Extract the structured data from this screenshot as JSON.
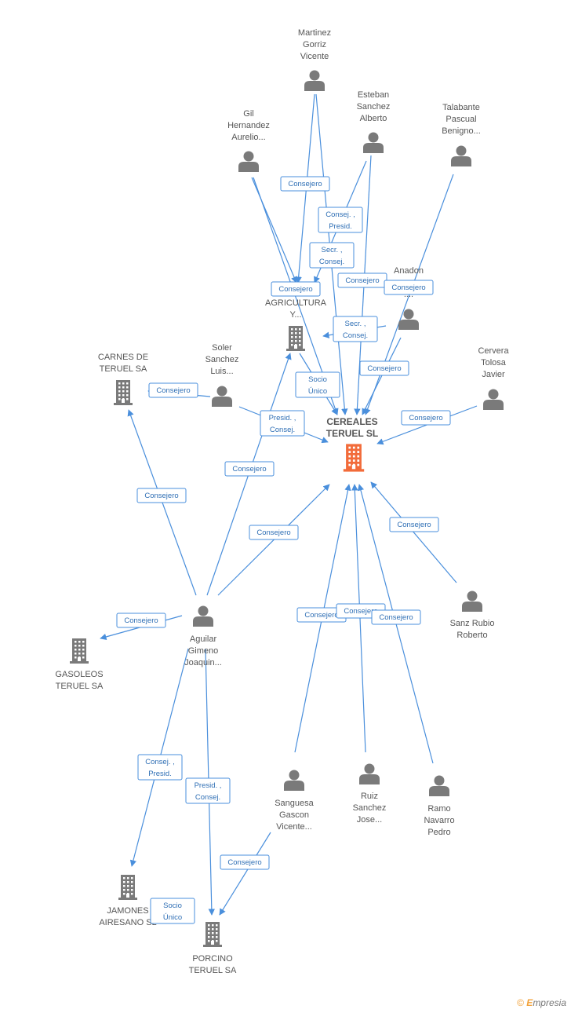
{
  "colors": {
    "edge": "#4a8fdc",
    "person": "#7a7a7a",
    "company": "#7a7a7a",
    "center": "#f26b3a"
  },
  "center": {
    "label": [
      "CEREALES",
      "TERUEL SL"
    ]
  },
  "people": [
    {
      "id": "martinez",
      "label": [
        "Martinez",
        "Gorriz",
        "Vicente"
      ]
    },
    {
      "id": "esteban",
      "label": [
        "Esteban",
        "Sanchez",
        "Alberto"
      ]
    },
    {
      "id": "gil",
      "label": [
        "Gil",
        "Hernandez",
        "Aurelio..."
      ]
    },
    {
      "id": "talabante",
      "label": [
        "Talabante",
        "Pascual",
        "Benigno..."
      ]
    },
    {
      "id": "anadon",
      "label": [
        "Anadon",
        "...",
        "...."
      ]
    },
    {
      "id": "soler",
      "label": [
        "Soler",
        "Sanchez",
        "Luis..."
      ]
    },
    {
      "id": "cervera",
      "label": [
        "Cervera",
        "Tolosa",
        "Javier"
      ]
    },
    {
      "id": "sanz",
      "label": [
        "Sanz Rubio",
        "Roberto"
      ]
    },
    {
      "id": "aguilar",
      "label": [
        "Aguilar",
        "Gimeno",
        "Joaquin..."
      ]
    },
    {
      "id": "sanguesa",
      "label": [
        "Sanguesa",
        "Gascon",
        "Vicente..."
      ]
    },
    {
      "id": "ruiz",
      "label": [
        "Ruiz",
        "Sanchez",
        "Jose..."
      ]
    },
    {
      "id": "ramo",
      "label": [
        "Ramo",
        "Navarro",
        "Pedro"
      ]
    }
  ],
  "companies": [
    {
      "id": "agricultura",
      "label": [
        "AGRICULTURA",
        "Y..."
      ]
    },
    {
      "id": "carnes",
      "label": [
        "CARNES DE",
        "TERUEL SA"
      ]
    },
    {
      "id": "gasoleos",
      "label": [
        "GASOLEOS",
        "TERUEL SA"
      ]
    },
    {
      "id": "jamones",
      "label": [
        "JAMONES",
        "AIRESANO SL"
      ]
    },
    {
      "id": "porcino",
      "label": [
        "PORCINO",
        "TERUEL SA"
      ]
    }
  ],
  "edges": [
    {
      "from": "martinez",
      "to": "agricultura",
      "label": [
        "Consejero"
      ]
    },
    {
      "from": "martinez",
      "to": "center",
      "label": []
    },
    {
      "from": "esteban",
      "to": "agricultura",
      "label": [
        "Consej. ,",
        "Presid."
      ]
    },
    {
      "from": "esteban",
      "to": "center",
      "label": [
        "Consejero"
      ]
    },
    {
      "from": "gil",
      "to": "agricultura",
      "label": [
        "Consejero"
      ]
    },
    {
      "from": "gil",
      "to": "center",
      "label": [
        "Secr. ,",
        "Consej."
      ]
    },
    {
      "from": "talabante",
      "to": "center",
      "label": [
        "Consejero"
      ]
    },
    {
      "from": "anadon",
      "to": "agricultura",
      "label": [
        "Secr. ,",
        "Consej."
      ]
    },
    {
      "from": "anadon",
      "to": "center",
      "label": [
        "Consejero"
      ]
    },
    {
      "from": "agricultura",
      "to": "center",
      "label": [
        "Socio",
        "Único"
      ]
    },
    {
      "from": "soler",
      "to": "carnes",
      "label": [
        "Consejero"
      ]
    },
    {
      "from": "soler",
      "to": "center",
      "label": [
        "Presid. ,",
        "Consej."
      ]
    },
    {
      "from": "cervera",
      "to": "center",
      "label": [
        "Consejero"
      ]
    },
    {
      "from": "sanz",
      "to": "center",
      "label": [
        "Consejero"
      ]
    },
    {
      "from": "aguilar",
      "to": "carnes",
      "label": [
        "Consejero"
      ]
    },
    {
      "from": "aguilar",
      "to": "agricultura",
      "label": [
        "Consejero"
      ]
    },
    {
      "from": "aguilar",
      "to": "center",
      "label": [
        "Consejero"
      ]
    },
    {
      "from": "aguilar",
      "to": "gasoleos",
      "label": [
        "Consejero"
      ]
    },
    {
      "from": "aguilar",
      "to": "jamones",
      "label": [
        "Consej. ,",
        "Presid."
      ]
    },
    {
      "from": "aguilar",
      "to": "porcino",
      "label": [
        "Presid. ,",
        "Consej."
      ]
    },
    {
      "from": "sanguesa",
      "to": "center",
      "label": [
        "Consejero"
      ]
    },
    {
      "from": "sanguesa",
      "to": "porcino",
      "label": [
        "Consejero"
      ]
    },
    {
      "from": "ruiz",
      "to": "center",
      "label": [
        "Consejero"
      ]
    },
    {
      "from": "ramo",
      "to": "center",
      "label": [
        "Consejero"
      ]
    },
    {
      "from": "jamones",
      "to": "porcino",
      "label": [
        "Socio",
        "Único"
      ]
    }
  ],
  "brand": {
    "copyright": "©",
    "e": "E",
    "rest": "mpresia"
  }
}
